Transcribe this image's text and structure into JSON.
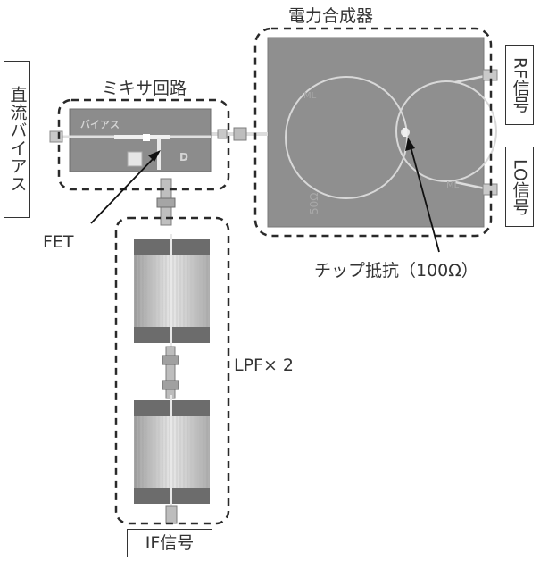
{
  "labels": {
    "mixer_circuit": "ミキサ回路",
    "power_combiner": "電力合成器",
    "dc_bias": "直流バイアス",
    "rf_signal": "RF信号",
    "lo_signal": "LO信号",
    "fet": "FET",
    "chip_resistor": "チップ抵抗（100Ω）",
    "lpf": "LPF× 2",
    "if_signal": "IF信号",
    "board_print_bias": "バイアス",
    "board_print_d": "D"
  },
  "colors": {
    "board": "#8e8e8e",
    "board_edge": "#6f6f6f",
    "filter_body": "#cfcfcf",
    "dashed": "#2a2a2a",
    "trace": "#e6e6e6"
  }
}
